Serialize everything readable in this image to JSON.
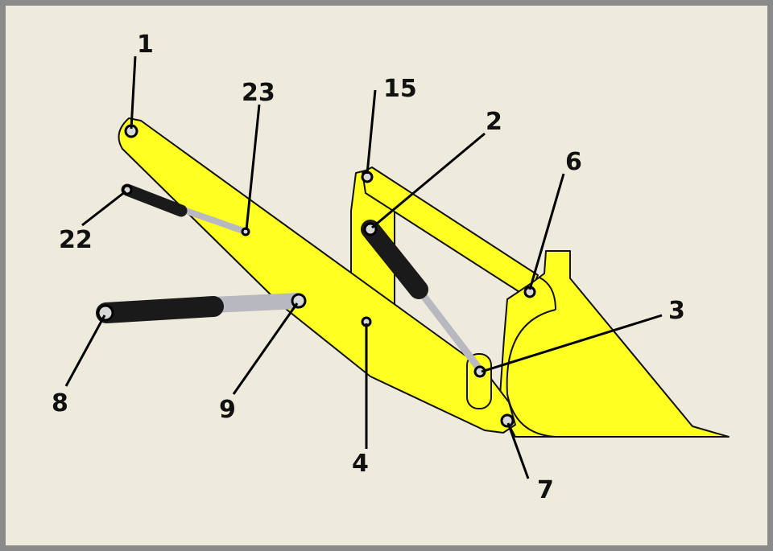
{
  "diagram": {
    "labels": [
      "1",
      "23",
      "15",
      "2",
      "6",
      "22",
      "3",
      "8",
      "9",
      "4",
      "7"
    ],
    "colors": {
      "background": "#efebdc",
      "frame": "#8a8a8a",
      "parts": "#ffff22",
      "cylinder": "#1a1a1a",
      "rod": "#b8b8c0"
    }
  }
}
